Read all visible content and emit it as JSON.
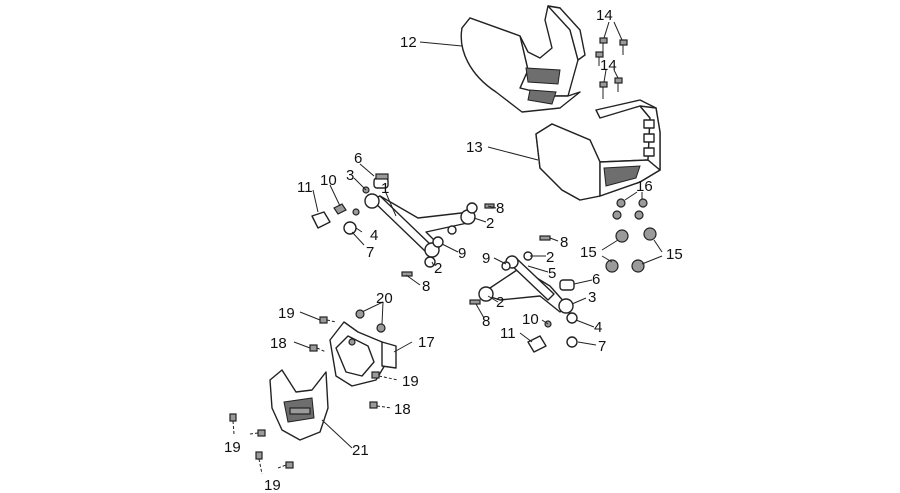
{
  "labels": {
    "l1": "1",
    "l2a": "2",
    "l2b": "2",
    "l2c": "2",
    "l2d": "2",
    "l3a": "3",
    "l3b": "3",
    "l4a": "4",
    "l4b": "4",
    "l5": "5",
    "l6a": "6",
    "l6b": "6",
    "l7a": "7",
    "l7b": "7",
    "l8a": "8",
    "l8b": "8",
    "l8c": "8",
    "l8d": "8",
    "l9a": "9",
    "l9b": "9",
    "l10a": "10",
    "l10b": "10",
    "l11a": "11",
    "l11b": "11",
    "l12": "12",
    "l13": "13",
    "l14a": "14",
    "l14b": "14",
    "l15a": "15",
    "l15b": "15",
    "l16": "16",
    "l17": "17",
    "l18a": "18",
    "l18b": "18",
    "l19a": "19",
    "l19b": "19",
    "l19c": "19",
    "l19d": "19",
    "l20": "20",
    "l21": "21"
  }
}
